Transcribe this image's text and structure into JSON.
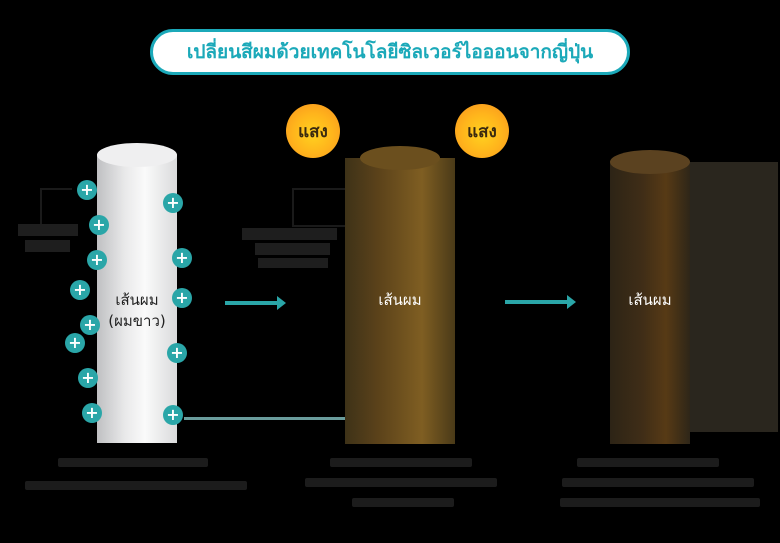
{
  "title": "เปลี่ยนสีผมด้วยเทคโนโลยีซิลเวอร์ไอออนจากญี่ปุ่น",
  "colors": {
    "accent": "#1ba9b9",
    "ion": "#2aa6a8",
    "sun": "#ffb41c",
    "background": "#000000"
  },
  "light_label": "แสง",
  "stages": [
    {
      "hair_label": "เส้นผม",
      "sub_label": "(ผมขาว)",
      "color": "white",
      "ion_symbol": "+"
    },
    {
      "hair_label": "เส้นผม",
      "color": "brown"
    },
    {
      "hair_label": "เส้นผม",
      "color": "dark-brown"
    }
  ],
  "captions_note": "Captions beneath each stage rendered in near-black text (illegible)"
}
